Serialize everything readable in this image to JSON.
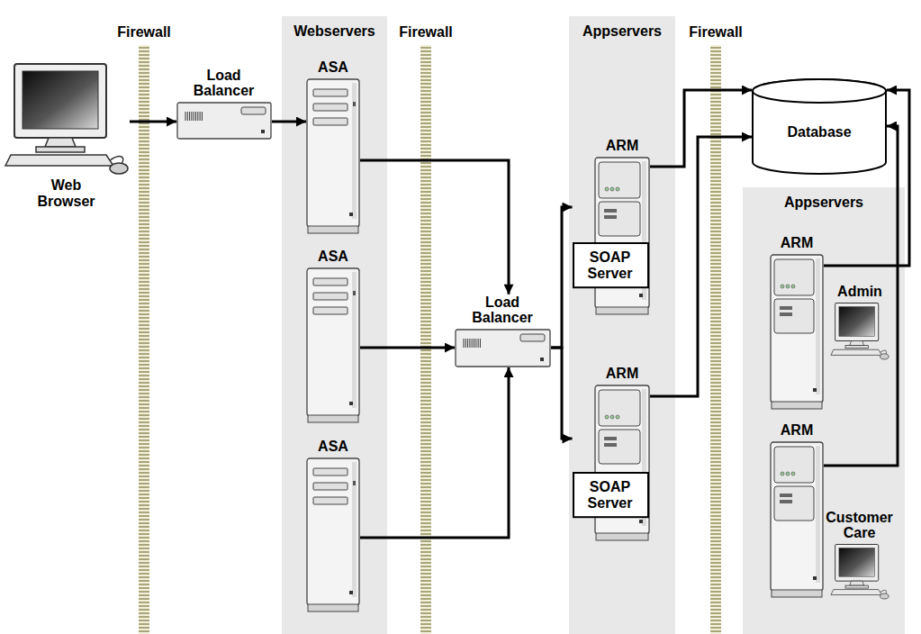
{
  "diagram": {
    "nodes": [
      {
        "text": [
          "Web Browser"
        ]
      },
      {
        "text": [
          "Load Balancer"
        ]
      },
      {
        "text": [
          "Webservers"
        ]
      },
      {
        "text": [
          "ASA"
        ],
        "in": 2
      },
      {
        "text": [
          "ASA"
        ],
        "in": 2
      },
      {
        "text": [
          "ASA"
        ],
        "in": 2
      },
      {
        "text": [
          "Load Balancer"
        ]
      },
      {
        "text": [
          "Appservers"
        ]
      },
      {
        "text": [
          "ARM"
        ],
        "in": 7
      },
      {
        "text": [
          "SOAP Server"
        ],
        "in": 8
      },
      {
        "text": [
          "ARM"
        ],
        "in": 7
      },
      {
        "text": [
          "SOAP Server"
        ],
        "in": 10
      },
      {
        "text": [
          "Database"
        ]
      },
      {
        "text": [
          "Appservers"
        ]
      },
      {
        "text": [
          "ARM"
        ],
        "in": 13
      },
      {
        "text": [
          "Admin"
        ],
        "in": 13
      },
      {
        "text": [
          "ARM"
        ],
        "in": 13
      },
      {
        "text": [
          "Customer Care"
        ],
        "in": 13
      }
    ],
    "edges": [
      {
        "from": 0,
        "to": 1,
        "arrow": "to"
      },
      {
        "from": 1,
        "to": 3,
        "arrow": "to"
      },
      {
        "from": 3,
        "to": 6,
        "arrow": "to"
      },
      {
        "from": 4,
        "to": 6,
        "arrow": "to"
      },
      {
        "from": 5,
        "to": 6,
        "arrow": "to"
      },
      {
        "from": 6,
        "to": 8,
        "arrow": "to"
      },
      {
        "from": 6,
        "to": 10,
        "arrow": "to"
      },
      {
        "from": 8,
        "to": 12,
        "arrow": "to"
      },
      {
        "from": 10,
        "to": 12,
        "arrow": "to"
      },
      {
        "from": 14,
        "to": 12,
        "arrow": "to"
      },
      {
        "from": 16,
        "to": 12,
        "arrow": "to"
      }
    ],
    "labels": [
      "Firewall",
      "Firewall",
      "Firewall"
    ]
  }
}
